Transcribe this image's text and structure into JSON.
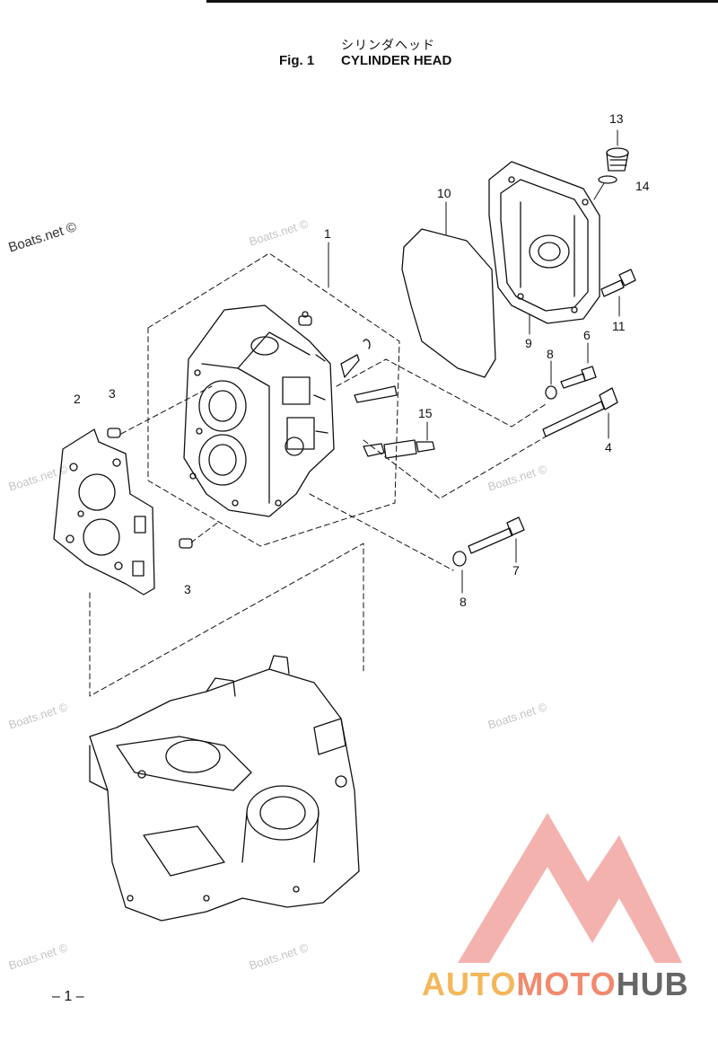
{
  "header": {
    "jp_title": "シリンダヘッド",
    "fig_label": "Fig. 1",
    "title": "CYLINDER HEAD"
  },
  "footer": {
    "page_number": "– 1 –"
  },
  "watermarks": [
    "Boats.net ©",
    "Boats.net ©",
    "Boats.net ©",
    "Boats.net ©",
    "Boats.net ©",
    "Boats.net ©",
    "Boats.net ©",
    "Boats.net ©"
  ],
  "callouts": [
    "1",
    "2",
    "3",
    "3",
    "4",
    "6",
    "7",
    "8",
    "8",
    "9",
    "10",
    "11",
    "13",
    "14",
    "15"
  ],
  "logo": {
    "part1": "AUTO",
    "part2": "MOTO",
    "part3": "HUB",
    "colors": [
      "#f3b75a",
      "#f08a6e",
      "#666666"
    ]
  }
}
